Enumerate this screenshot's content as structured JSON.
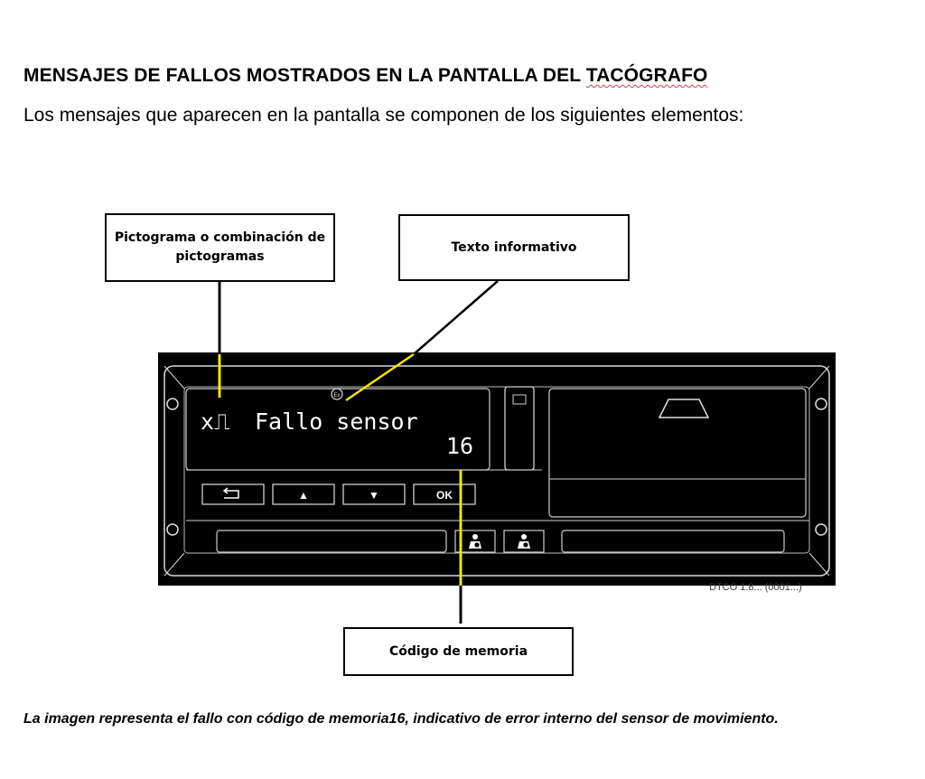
{
  "heading": {
    "text_before": "MENSAJES DE FALLOS MOSTRADOS EN LA PANTALLA DEL ",
    "text_flagged": "TACÓGRAFO"
  },
  "intro": "Los mensajes que aparecen en la pantalla se componen de los siguientes elementos:",
  "callouts": {
    "pictogram": "Pictograma o combinación de pictogramas",
    "info_text": "Texto informativo",
    "memory_code": "Código de memoria"
  },
  "display": {
    "pictogram": "x⎍",
    "message": "Fallo sensor",
    "code": "16"
  },
  "buttons": {
    "back": "back-arrow-icon",
    "up": "▲",
    "down": "▼",
    "ok": "OK"
  },
  "device_watermark": "DTCO 1.8... (0001...)",
  "caption": "La imagen representa el fallo con código de memoria16, indicativo de error interno del sensor de movimiento.",
  "colors": {
    "leader_line": "#f2e600",
    "device_body": "#000000",
    "spellcheck": "#d04040"
  }
}
